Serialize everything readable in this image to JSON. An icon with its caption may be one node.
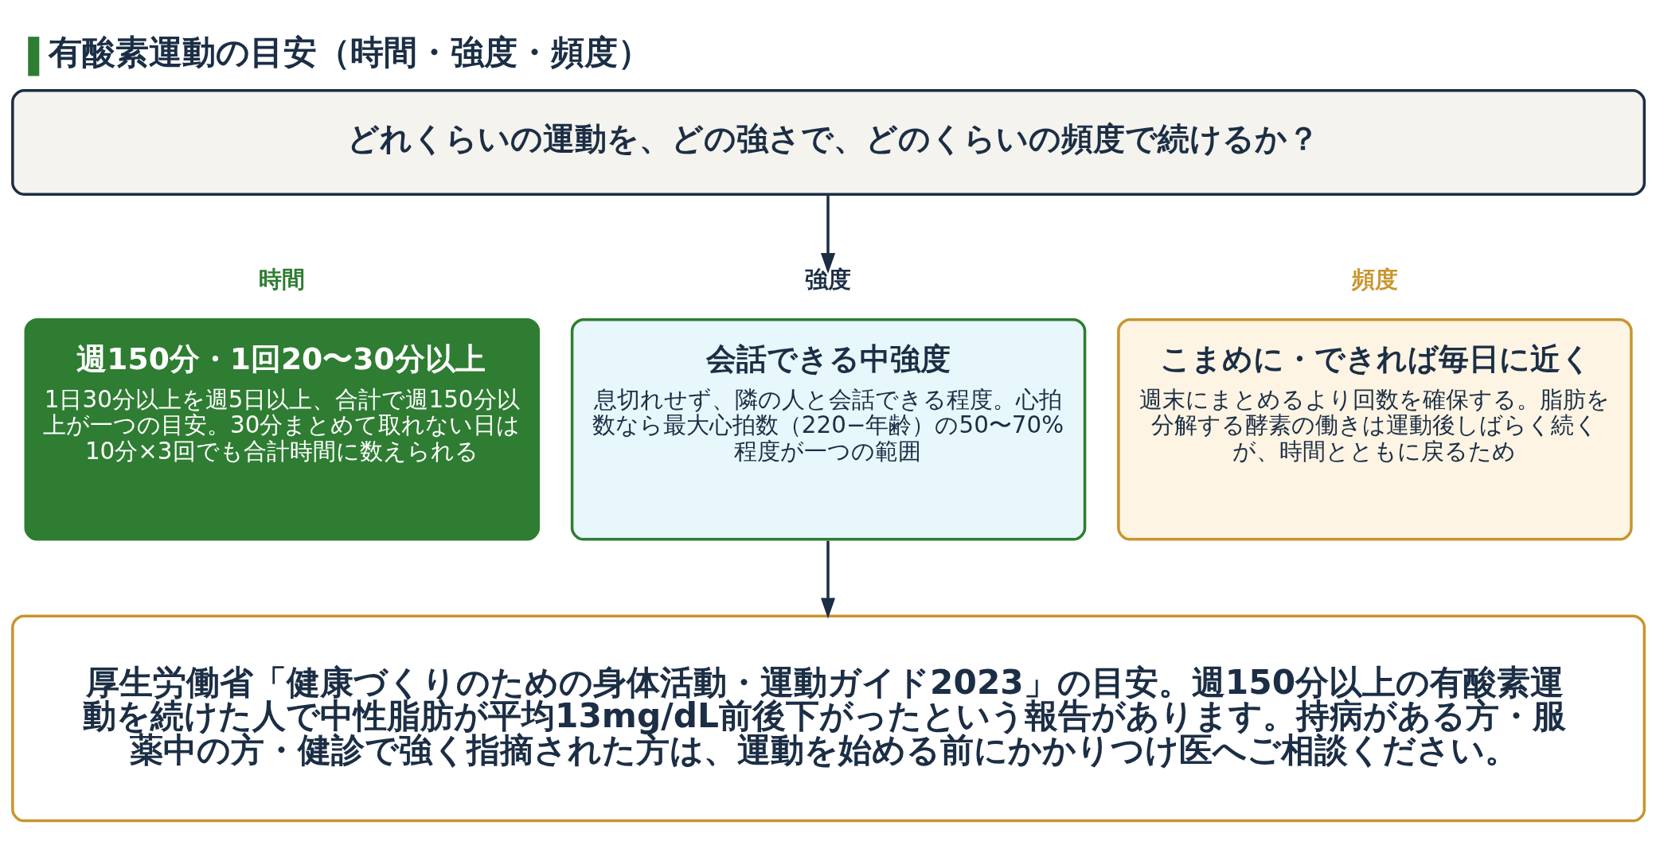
{
  "diagram": {
    "title": "有酸素運動の目安（時間・強度・頻度）",
    "nodes": [
      {
        "text": [
          "どれくらいの運動を、どの強さで、どのくらいの頻度で続けるか？"
        ]
      },
      {
        "text": [
          "時間",
          "週150分・1回20〜30分以上",
          "1日30分以上を週5日以上、合計で週150分以上が一つの目安。30分まとめて取れない日は10分×3回でも合計時間に数えられる"
        ]
      },
      {
        "text": [
          "強度",
          "会話できる中強度",
          "息切れせず、隣の人と会話できる程度。心拍数なら最大心拍数（220−年齢）の50〜70%程度が一つの範囲"
        ]
      },
      {
        "text": [
          "頻度",
          "こまめに・できれば毎日に近く",
          "週末にまとめるより回数を確保する。脂肪を分解する酵素の働きは運動後しばらく続くが、時間とともに戻るため"
        ]
      },
      {
        "text": [
          "厚生労働省「健康づくりのための身体活動・運動ガイド2023」の目安。週150分以上の有酸素運動を続けた人で中性脂肪が平均13mg/dL前後下がったという報告があります。持病がある方・服薬中の方・健診で強く指摘された方は、運動を始める前にかかりつけ医へご相談ください。"
        ]
      }
    ],
    "edges": [
      {
        "from": 0,
        "to": 2,
        "arrow": "to"
      },
      {
        "from": 2,
        "to": 4,
        "arrow": "to"
      }
    ]
  }
}
